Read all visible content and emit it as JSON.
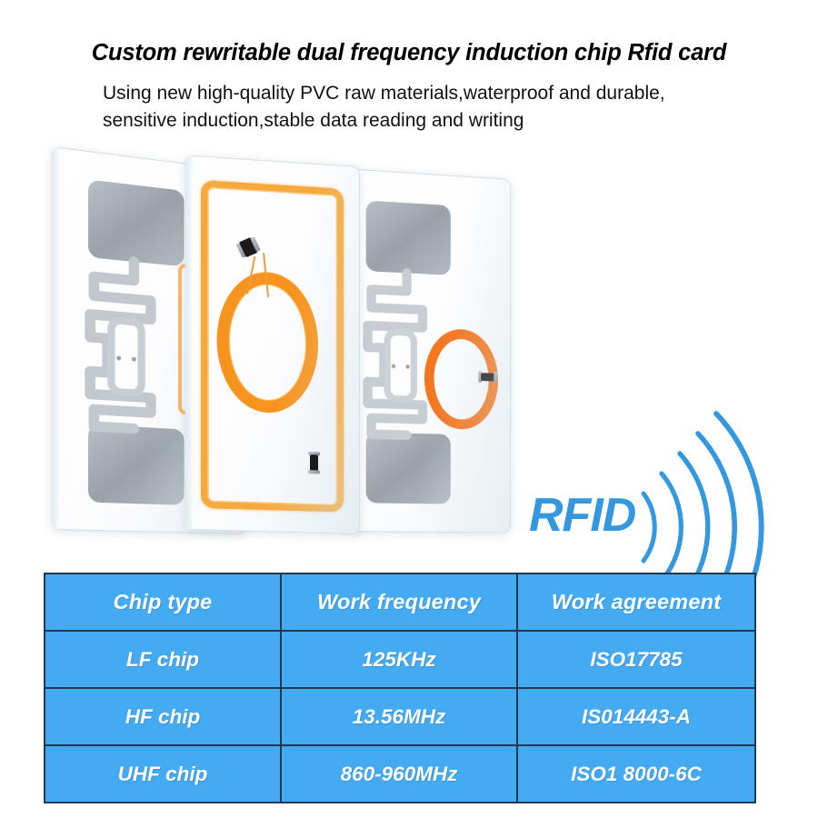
{
  "header": {
    "title": "Custom rewritable dual frequency induction chip Rfid card",
    "subtitle_lines": [
      "Using new high-quality PVC raw materials,waterproof and durable,",
      "sensitive induction,stable data reading and writing"
    ]
  },
  "illustration": {
    "alt": "Three stacked transparent RFID cards showing UHF meander antenna, HF coil antenna and dual-frequency antenna",
    "cards": [
      {
        "name": "uhf-card",
        "antenna": "uhf-meander-antenna"
      },
      {
        "name": "hf-card",
        "antenna": "hf-coil-antenna"
      },
      {
        "name": "dual-frequency-card",
        "antenna": "uhf-meander-and-hf-ring-antenna"
      }
    ]
  },
  "logo": {
    "text": "RFID",
    "color": "#3398dd",
    "wave_count": 5
  },
  "table": {
    "accent_color": "#44ABF2",
    "border_color": "#23384f",
    "text_color": "#ffffff",
    "headers": [
      "Chip type",
      "Work frequency",
      "Work agreement"
    ],
    "rows": [
      {
        "chip_type": "LF chip",
        "work_frequency": "125KHz",
        "work_agreement": "ISO17785"
      },
      {
        "chip_type": "HF chip",
        "work_frequency": "13.56MHz",
        "work_agreement": "IS014443-A"
      },
      {
        "chip_type": "UHF chip",
        "work_frequency": "860-960MHz",
        "work_agreement": "ISO1 8000-6C"
      }
    ]
  }
}
